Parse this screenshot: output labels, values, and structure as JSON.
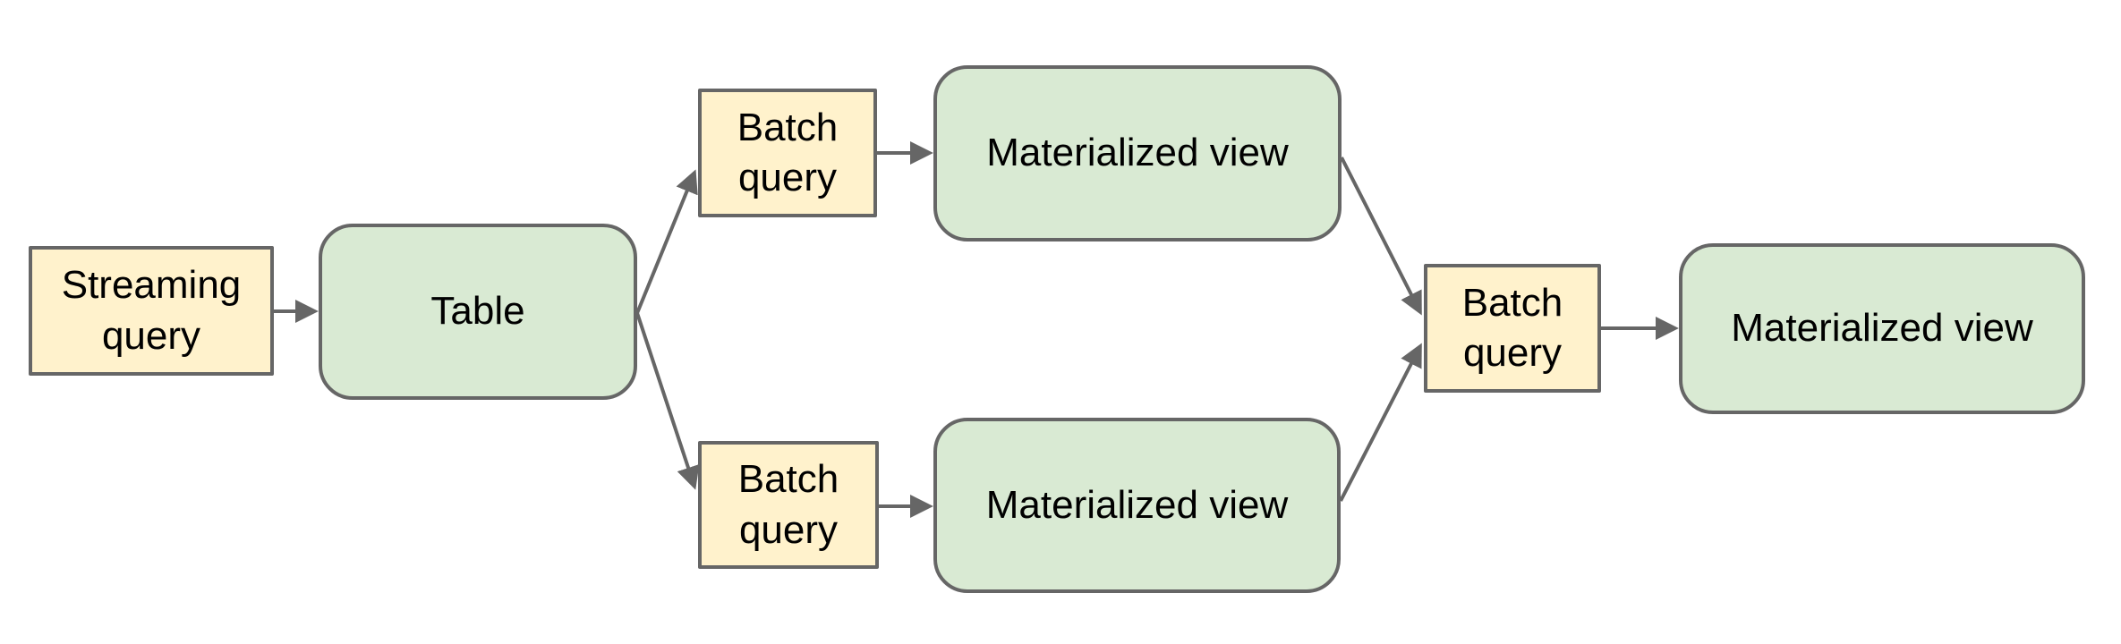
{
  "diagram": {
    "title": "streaming-to-materialized-view-dataflow",
    "background": "#ffffff"
  },
  "palette": {
    "query_fill": "#fff2cc",
    "entity_fill": "#d9ead3",
    "node_border": "#666666",
    "arrow_color": "#666666",
    "text_color": "#000000"
  },
  "nodes": [
    {
      "id": "streaming-query",
      "label": "Streaming query",
      "type": "query"
    },
    {
      "id": "table",
      "label": "Table",
      "type": "entity"
    },
    {
      "id": "batch-query-top",
      "label": "Batch query",
      "type": "query"
    },
    {
      "id": "materialized-view-top",
      "label": "Materialized view",
      "type": "entity"
    },
    {
      "id": "batch-query-bottom",
      "label": "Batch query",
      "type": "query"
    },
    {
      "id": "materialized-view-bottom",
      "label": "Materialized view",
      "type": "entity"
    },
    {
      "id": "batch-query-right",
      "label": "Batch query",
      "type": "query"
    },
    {
      "id": "materialized-view-right",
      "label": "Materialized view",
      "type": "entity"
    }
  ],
  "edges": [
    {
      "from": "streaming-query",
      "to": "table"
    },
    {
      "from": "table",
      "to": "batch-query-top"
    },
    {
      "from": "batch-query-top",
      "to": "materialized-view-top"
    },
    {
      "from": "materialized-view-top",
      "to": "batch-query-right"
    },
    {
      "from": "table",
      "to": "batch-query-bottom"
    },
    {
      "from": "batch-query-bottom",
      "to": "materialized-view-bottom"
    },
    {
      "from": "materialized-view-bottom",
      "to": "batch-query-right"
    },
    {
      "from": "batch-query-right",
      "to": "materialized-view-right"
    }
  ]
}
